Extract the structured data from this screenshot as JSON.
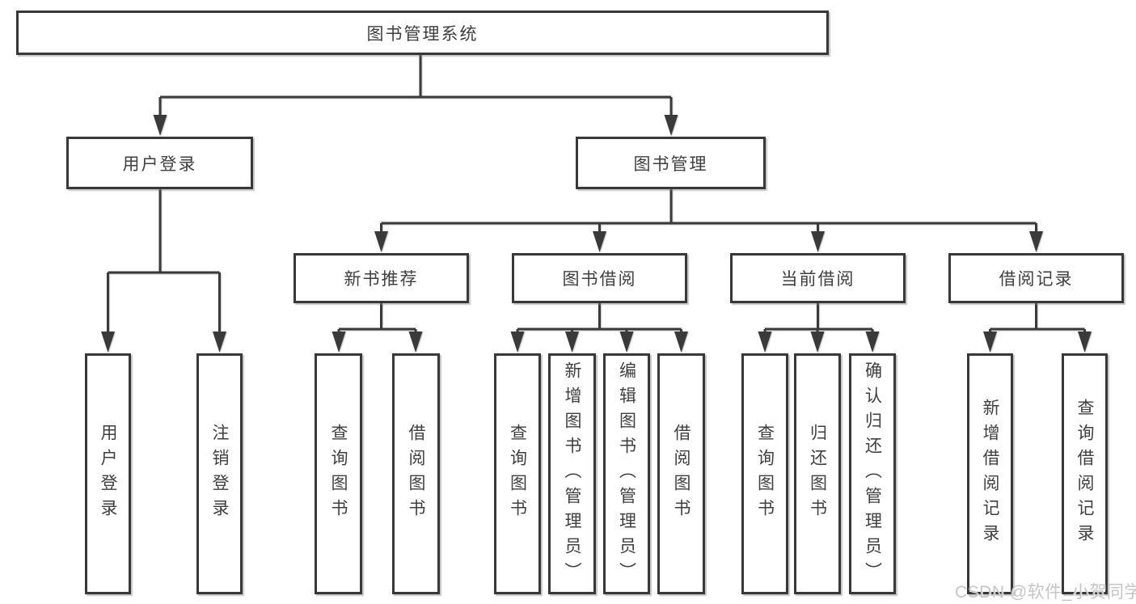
{
  "tree": {
    "root": {
      "label": "图书管理系统"
    },
    "level2": [
      {
        "label": "用户登录"
      },
      {
        "label": "图书管理"
      }
    ],
    "level3": [
      {
        "label": "新书推荐"
      },
      {
        "label": "图书借阅"
      },
      {
        "label": "当前借阅"
      },
      {
        "label": "借阅记录"
      }
    ],
    "leaves": {
      "login": [
        "用户登录",
        "注销登录"
      ],
      "recommend": [
        "查询图书",
        "借阅图书"
      ],
      "borrow": [
        "查询图书",
        "新增图书（管理员）",
        "编辑图书（管理员）",
        "借阅图书"
      ],
      "current": [
        "查询图书",
        "归还图书",
        "确认归还（管理员）"
      ],
      "records": [
        "新增借阅记录",
        "查询借阅记录"
      ]
    }
  },
  "watermark": {
    "text": "CSDN @软件_小贺同学"
  },
  "colors": {
    "line": "#3a3a3a",
    "border": "#383838",
    "text": "#3f3f3f",
    "background": "#ffffff",
    "watermark": "#c5c5c5"
  }
}
